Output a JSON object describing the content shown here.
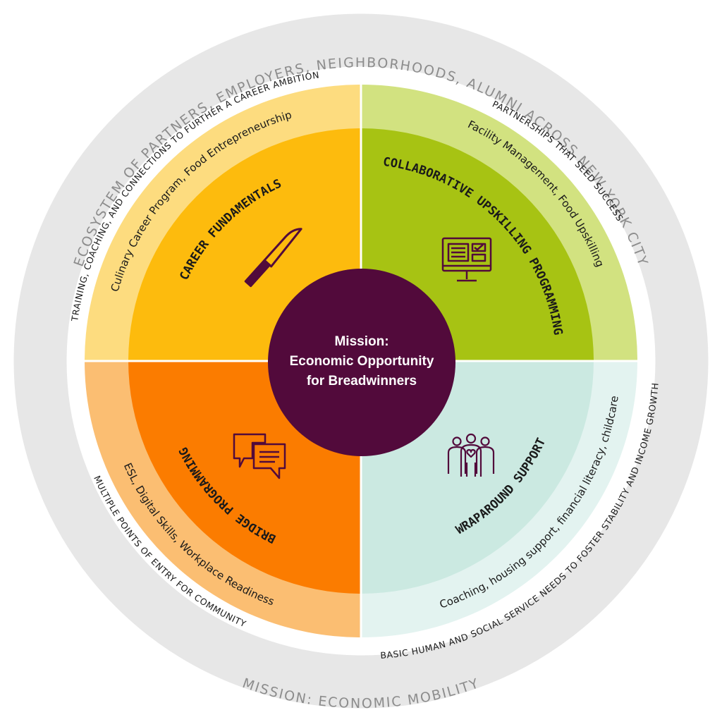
{
  "colors": {
    "ring": "#e7e7e7",
    "maroon": "#520a3b",
    "career_light": "#fddc7f",
    "career": "#fdbb0d",
    "upskill_light": "#d2e280",
    "upskill": "#a7c313",
    "bridge_light": "#fbbe72",
    "bridge": "#fb7c00",
    "wrap_light": "#e3f3f0",
    "wrap": "#cbe9e1"
  },
  "ring": {
    "top_text": "ECOSYSTEM OF PARTNERS, EMPLOYERS, NEIGHBORHOODS, ALUMNI ACROSS NEW YORK CITY",
    "bottom_text": "MISSION: ECONOMIC MOBILITY"
  },
  "center": {
    "line1": "Mission:",
    "line2": "Economic Opportunity",
    "line3": "for Breadwinners"
  },
  "quadrants": {
    "career": {
      "title": "CAREER FUNDAMENTALS",
      "programs": "Culinary Career Program, Food Entrepreneurship",
      "outer": "TRAINING, COACHING, AND CONNECTIONS TO FURTHER A CAREER AMBITION",
      "icon": "knife-icon"
    },
    "upskill": {
      "title": "COLLABORATIVE UPSKILLING PROGRAMMING",
      "programs": "Facility Management, Food Upskilling",
      "outer": "PARTNERSHIPS THAT SEED SUCCESS",
      "icon": "computer-monitor-icon"
    },
    "bridge": {
      "title": "BRIDGE PROGRAMMING",
      "programs": "ESL, Digital Skills, Workplace Readiness",
      "outer": "MULTIPLE POINTS OF ENTRY FOR COMMUNITY",
      "icon": "chat-bubbles-icon"
    },
    "wrap": {
      "title": "WRAPAROUND SUPPORT",
      "programs": "Coaching, housing support, financial literacy, childcare",
      "outer": "BASIC HUMAN AND SOCIAL SERVICE NEEDS TO FOSTER STABILITY AND INCOME GROWTH",
      "icon": "people-group-icon"
    }
  }
}
